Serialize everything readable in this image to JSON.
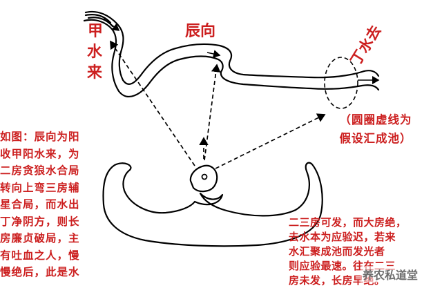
{
  "labels": {
    "jia_water": [
      "甲",
      "水",
      "来"
    ],
    "chen_direction": "辰向",
    "ding_water_out": "丁水去"
  },
  "pool_note": [
    "（圆圈虚线为",
    "假设汇成池）"
  ],
  "left_note": [
    "如图：辰向为阳",
    "收甲阳水来，为",
    "二房贪狼水合局",
    "转向上弯三房辅",
    "星合局，而水出",
    "丁净阴方，则长",
    "房廉贞破局，主",
    "有吐血之人，慢",
    "慢绝后，此是水"
  ],
  "right_note": [
    "二三房可发，而大房绝，",
    "去水本为应验迟，若来",
    "水汇聚成池而发光者",
    "则应验最速。往在二三",
    "房未发，长房早绝。"
  ],
  "watermark": "养农私道堂",
  "colors": {
    "annotation_red": "#cc1f1f",
    "ink": "#000000"
  }
}
